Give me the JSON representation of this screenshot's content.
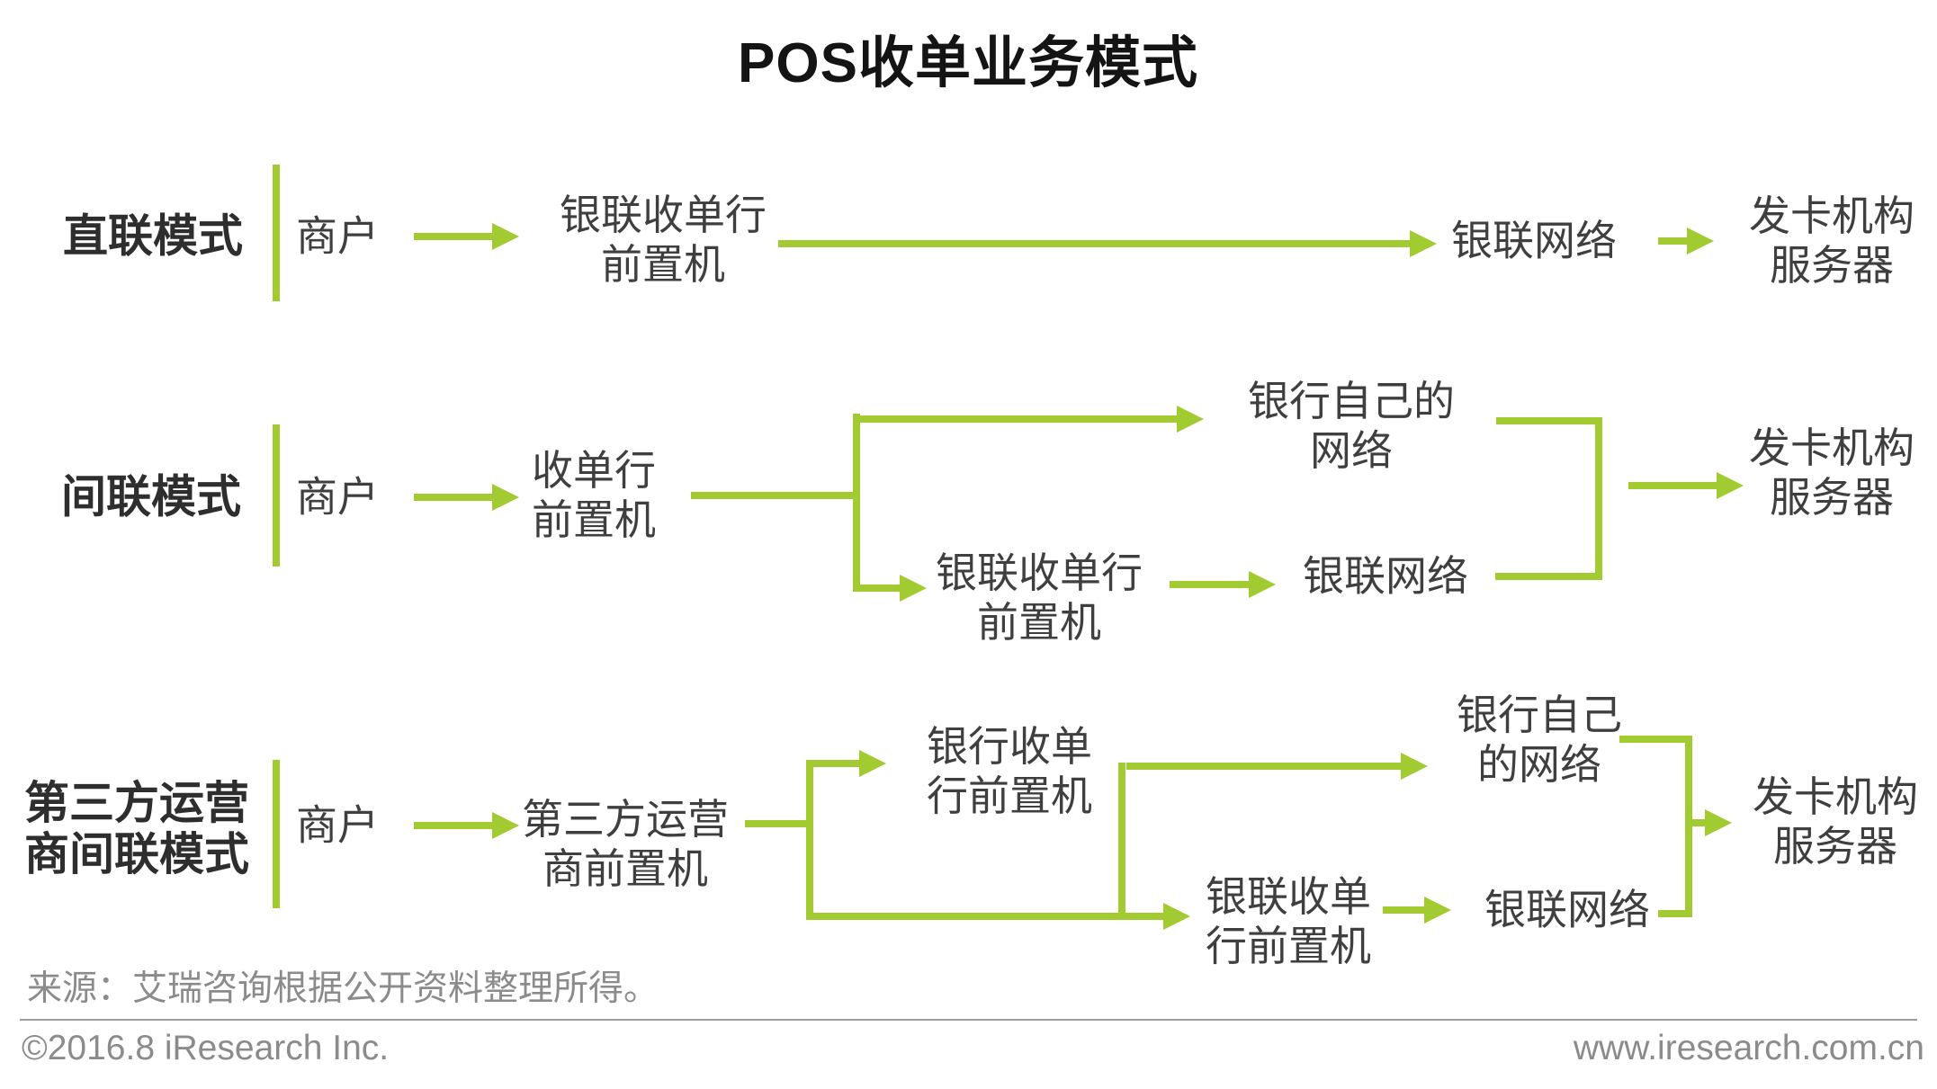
{
  "title": "POS收单业务模式",
  "colors": {
    "green": "#a1cb30",
    "node_text": "#3f3f3f",
    "label_text": "#2e2e2e",
    "footer_text": "#8b8b8b"
  },
  "rows": {
    "r1": {
      "label": "直联模式",
      "merchant": "商户",
      "cup_acq_line1": "银联收单行",
      "cup_acq_line2": "前置机",
      "cup_net": "银联网络",
      "issuer_line1": "发卡机构",
      "issuer_line2": "服务器"
    },
    "r2": {
      "label": "间联模式",
      "merchant": "商户",
      "acq_line1": "收单行",
      "acq_line2": "前置机",
      "bank_net_line1": "银行自己的",
      "bank_net_line2": "网络",
      "cup_acq_line1": "银联收单行",
      "cup_acq_line2": "前置机",
      "cup_net": "银联网络",
      "issuer_line1": "发卡机构",
      "issuer_line2": "服务器"
    },
    "r3": {
      "label_line1": "第三方运营",
      "label_line2": "商间联模式",
      "merchant": "商户",
      "tpo_line1": "第三方运营",
      "tpo_line2": "商前置机",
      "bank_acq_line1": "银行收单",
      "bank_acq_line2": "行前置机",
      "bank_net_line1": "银行自己",
      "bank_net_line2": "的网络",
      "cup_acq_line1": "银联收单",
      "cup_acq_line2": "行前置机",
      "cup_net": "银联网络",
      "issuer_line1": "发卡机构",
      "issuer_line2": "服务器"
    }
  },
  "footer": {
    "source": "来源：艾瑞咨询根据公开资料整理所得。",
    "copyright": "©2016.8 iResearch Inc.",
    "website": "www.iresearch.com.cn"
  }
}
